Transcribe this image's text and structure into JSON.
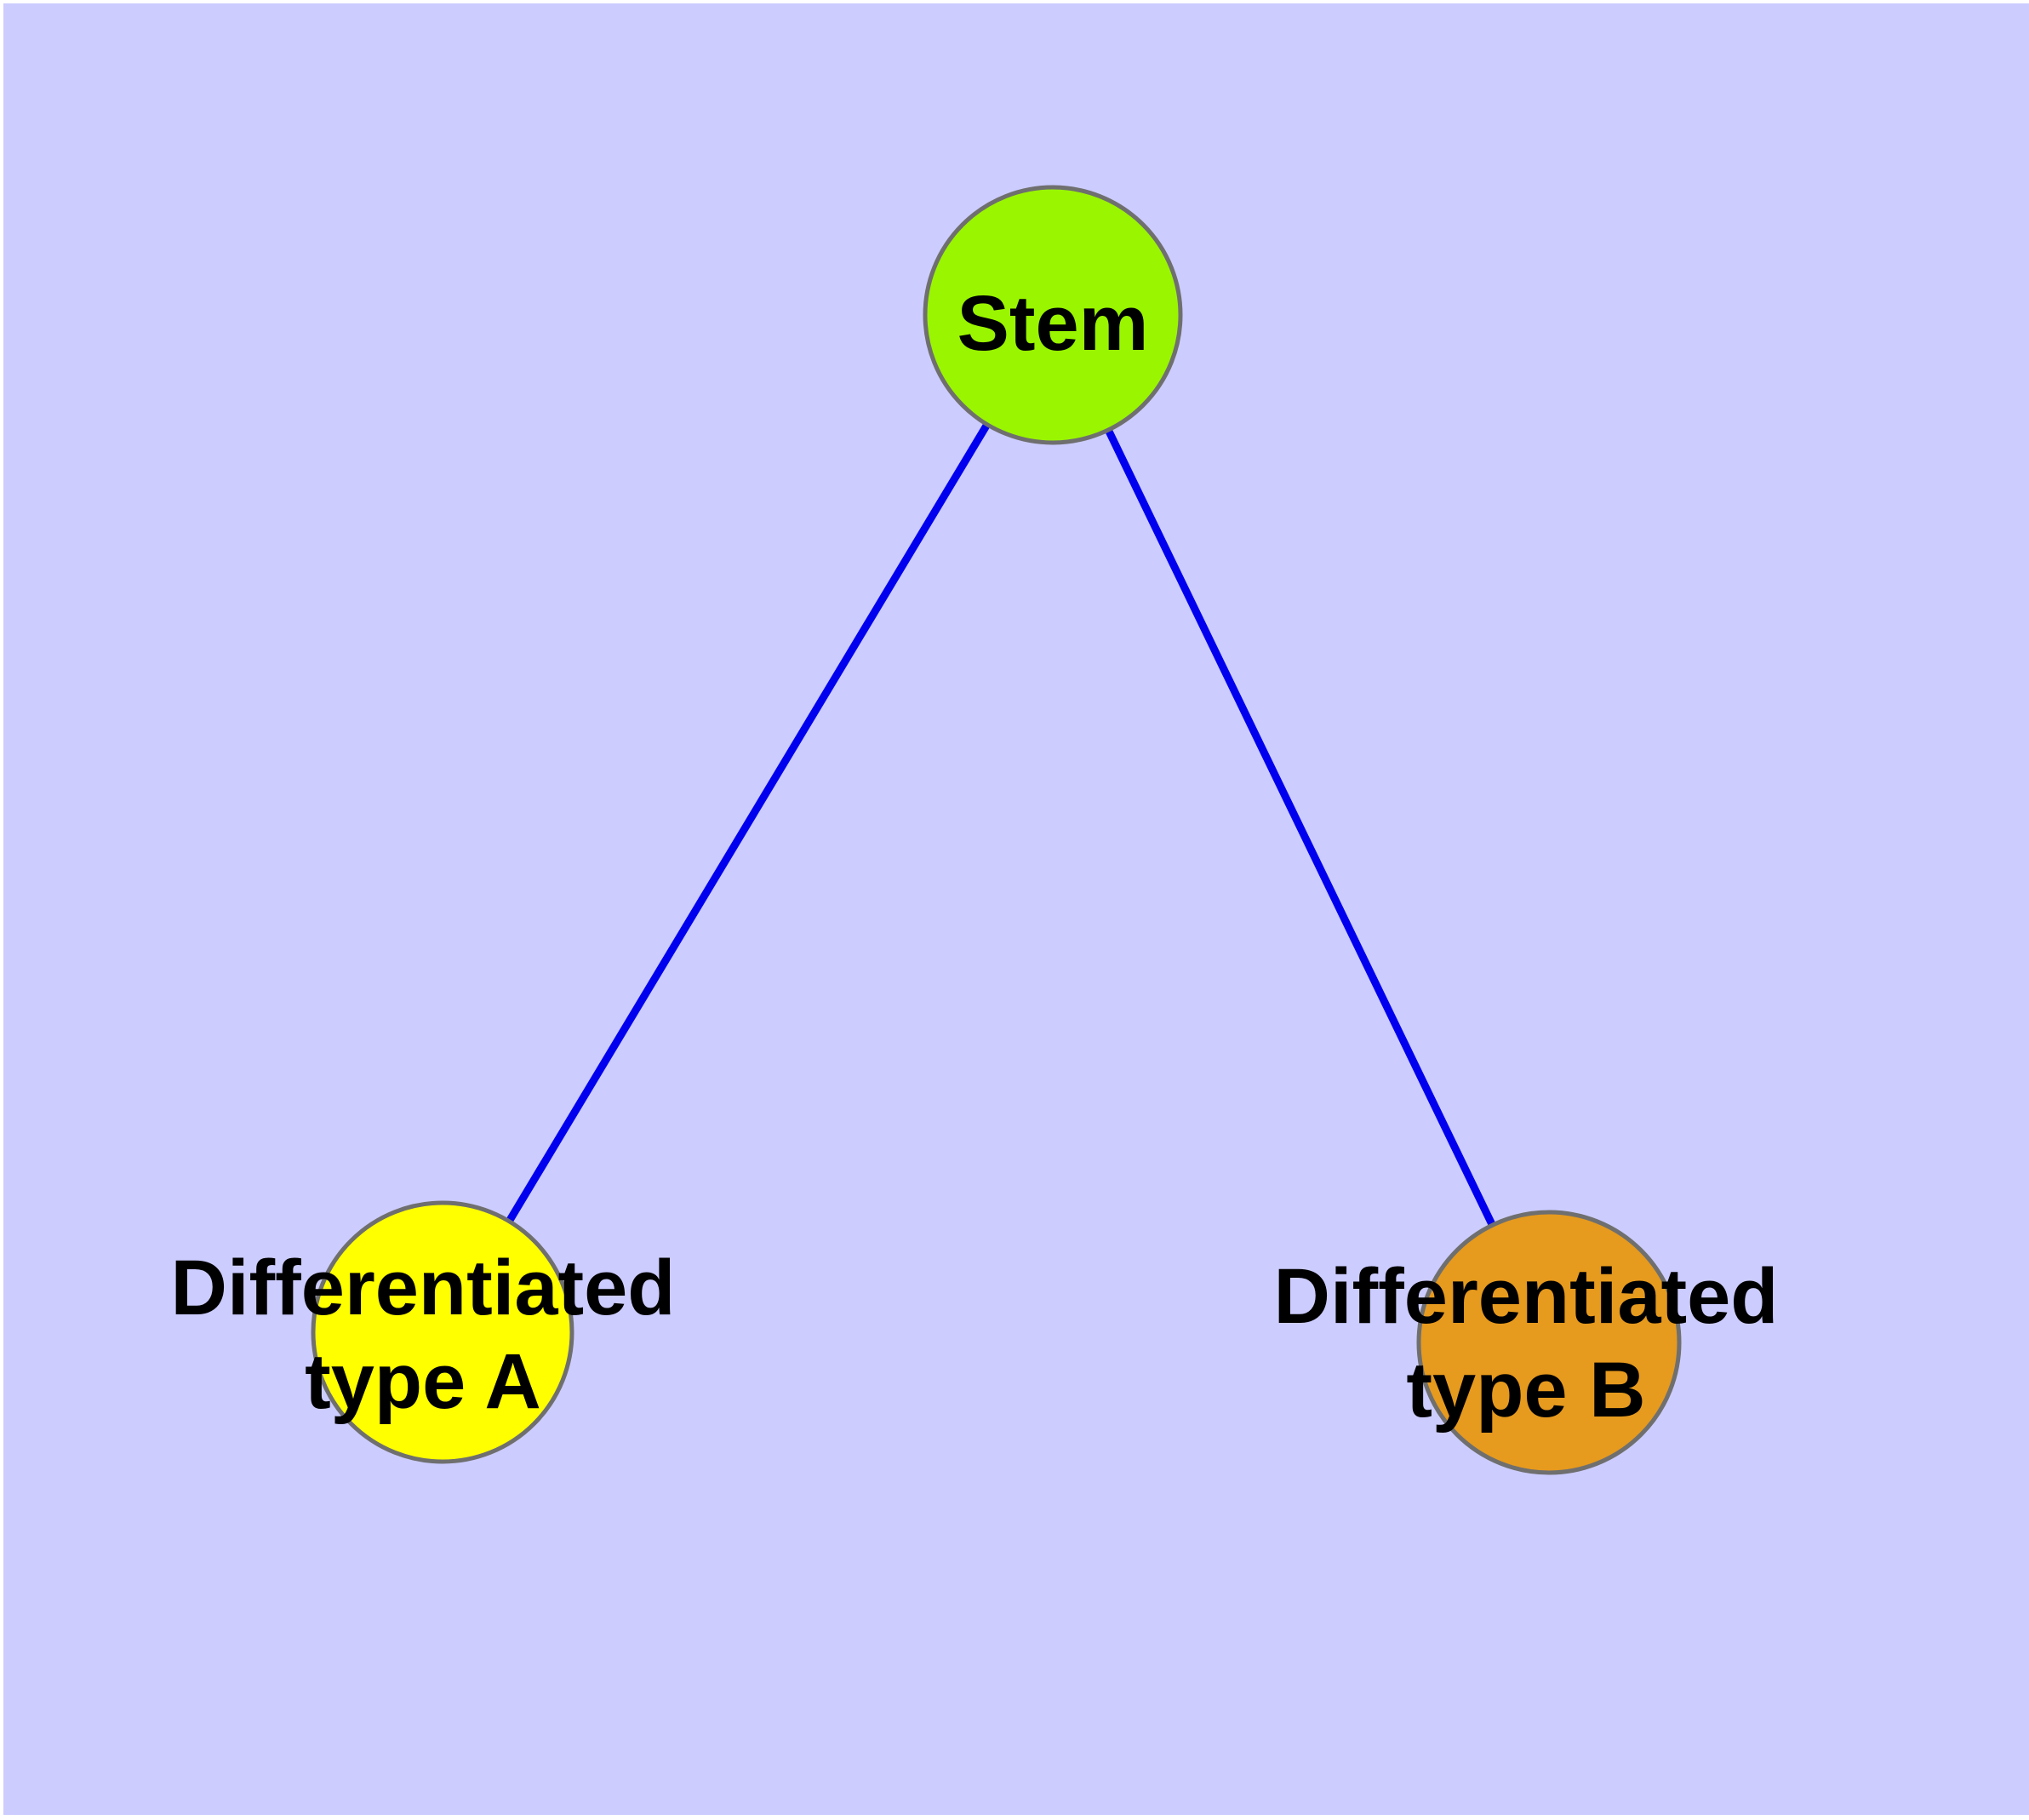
{
  "figure": {
    "type": "node-link-diagram",
    "background_color": "#CCCCFF",
    "page_color": "#FFFFFF",
    "edge_color": "#0000EE",
    "node_border_color": "#6F6F6F",
    "label_color": "#000000"
  },
  "graph": {
    "nodes": [
      {
        "id": "stem",
        "label": "Stem",
        "fill": "#9AF500",
        "position": "top-center"
      },
      {
        "id": "differentiated-type-a",
        "label_line1": "Differentiated",
        "label_line2": "type A",
        "fill": "#FFFF00",
        "position": "bottom-left"
      },
      {
        "id": "differentiated-type-b",
        "label_line1": "Differentiated",
        "label_line2": "type B",
        "fill": "#E69A1E",
        "position": "bottom-right"
      }
    ],
    "edges": [
      {
        "from": "stem",
        "to": "differentiated-type-a"
      },
      {
        "from": "stem",
        "to": "differentiated-type-b"
      }
    ]
  }
}
